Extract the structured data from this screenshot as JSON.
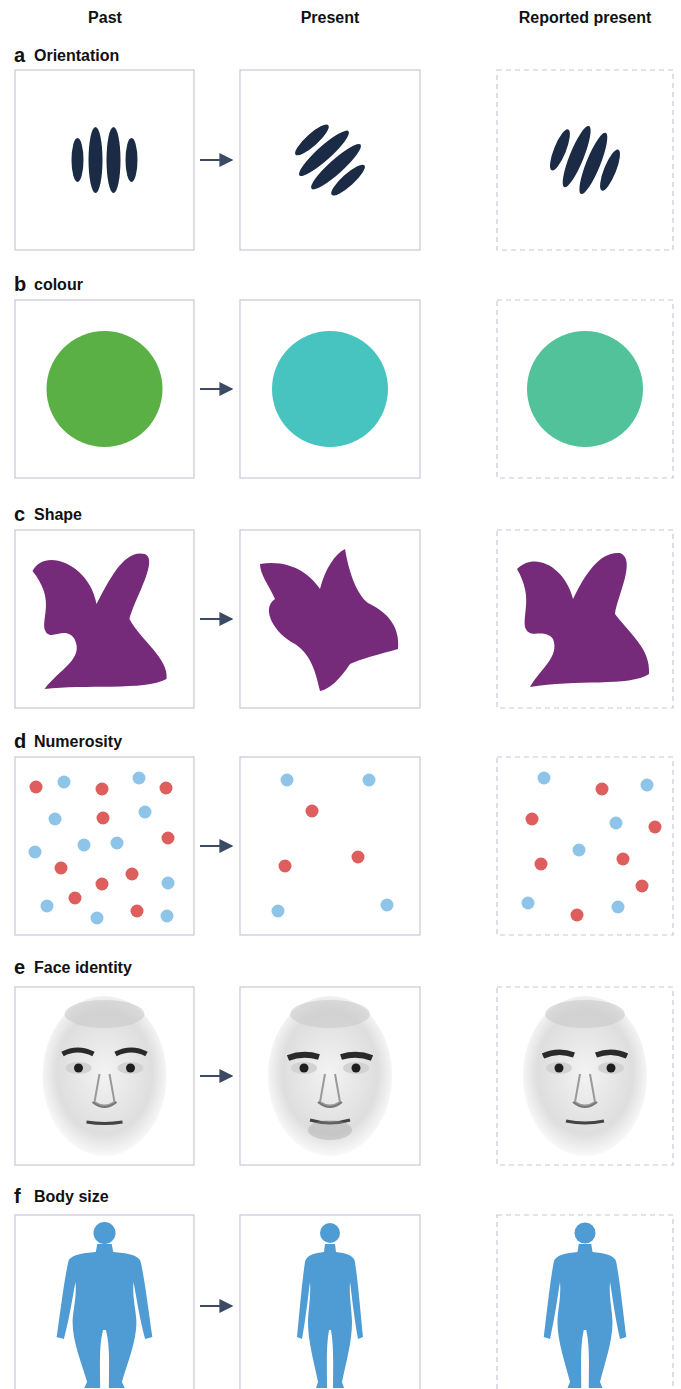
{
  "diagram": {
    "labels": [
      "Past",
      "Present",
      "Reported present",
      "a",
      "Orientation",
      "b",
      "colour",
      "c",
      "Shape",
      "d",
      "Numerosity",
      "e",
      "Face identity",
      "f",
      "Body size"
    ]
  }
}
